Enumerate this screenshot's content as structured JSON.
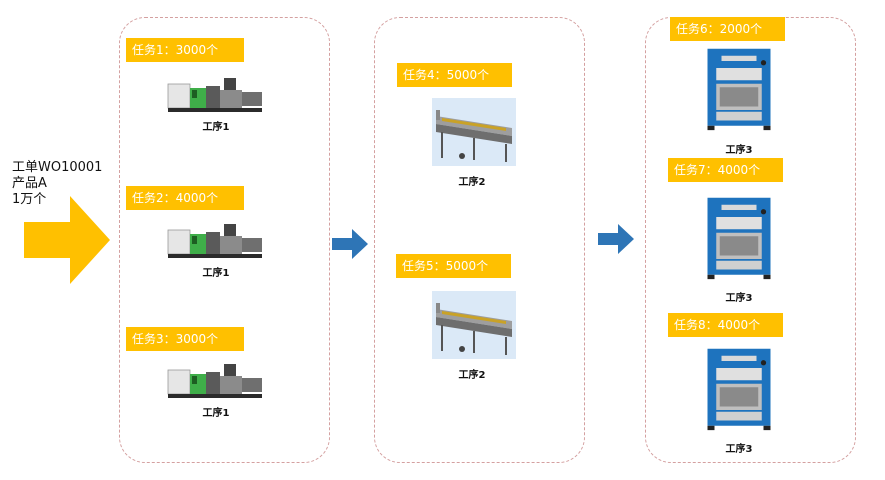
{
  "work_order": {
    "line1": "工单WO10001",
    "line2": "产品A",
    "line3": "1万个"
  },
  "colors": {
    "task_label_bg": "#ffc000",
    "big_arrow": "#ffc000",
    "flow_arrow": "#2e75b6",
    "stage_border": "#d4a0a0"
  },
  "stages": [
    {
      "tasks": [
        {
          "label": "任务1：3000个",
          "process": "工序1",
          "machine_icon": "injection-molding-machine-icon"
        },
        {
          "label": "任务2：4000个",
          "process": "工序1",
          "machine_icon": "injection-molding-machine-icon"
        },
        {
          "label": "任务3：3000个",
          "process": "工序1",
          "machine_icon": "injection-molding-machine-icon"
        }
      ]
    },
    {
      "tasks": [
        {
          "label": "任务4：5000个",
          "process": "工序2",
          "machine_icon": "washing-conveyor-machine-icon"
        },
        {
          "label": "任务5：5000个",
          "process": "工序2",
          "machine_icon": "washing-conveyor-machine-icon"
        }
      ]
    },
    {
      "tasks": [
        {
          "label": "任务6：2000个",
          "process": "工序3",
          "machine_icon": "blue-cabinet-machine-icon"
        },
        {
          "label": "任务7：4000个",
          "process": "工序3",
          "machine_icon": "blue-cabinet-machine-icon"
        },
        {
          "label": "任务8：4000个",
          "process": "工序3",
          "machine_icon": "blue-cabinet-machine-icon"
        }
      ]
    }
  ]
}
